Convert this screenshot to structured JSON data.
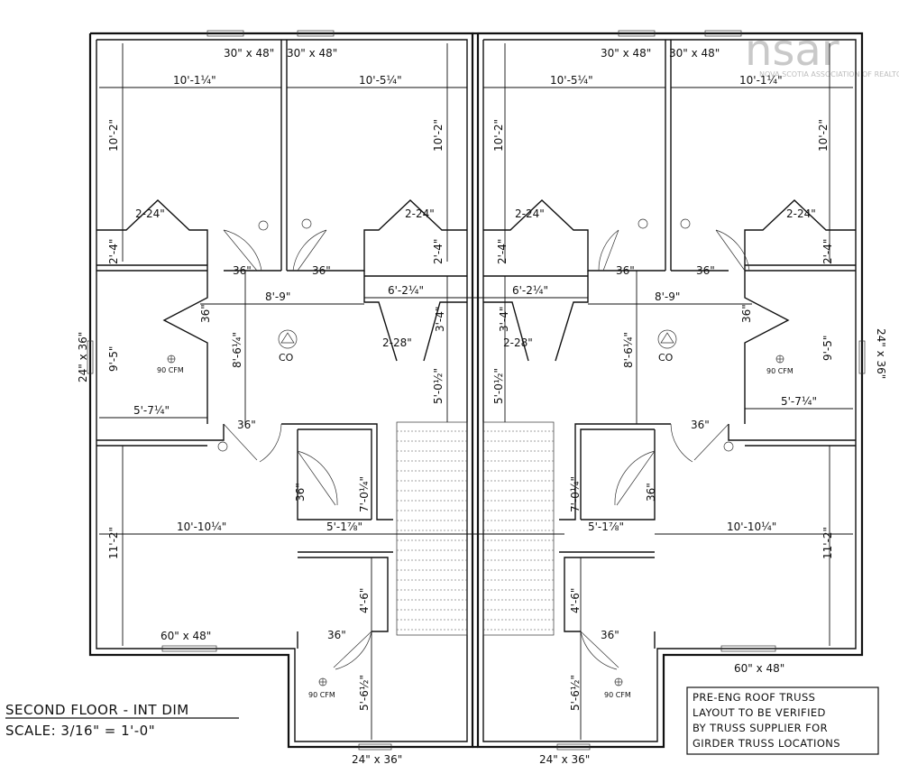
{
  "drawing": {
    "title": "SECOND FLOOR - INT DIM",
    "scale": "SCALE: 3/16\" = 1'-0\"",
    "note_lines": [
      "PRE-ENG ROOF TRUSS",
      "LAYOUT TO BE VERIFIED",
      "BY TRUSS SUPPLIER FOR",
      "GIRDER TRUSS LOCATIONS"
    ],
    "watermark": {
      "logo_text": "nsar",
      "tagline": "NOVA SCOTIA ASSOCIATION OF REALTORS"
    }
  },
  "labels": {
    "win_30x48": "30\" x 48\"",
    "win_24x36": "24\" x 36\"",
    "win_60x48": "60\" x 48\"",
    "d_10_1_4": "10'-1¼\"",
    "d_10_5_4": "10'-5¼\"",
    "d_10_2": "10'-2\"",
    "d_2_24": "2-24\"",
    "d_2_4": "2'-4\"",
    "d_36": "36\"",
    "d_8_9": "8'-9\"",
    "d_6_2_4": "6'-2¼\"",
    "d_3_4": "3'-4\"",
    "d_2_28": "2-28\"",
    "d_9_5": "9'-5\"",
    "d_8_6_4": "8'-6¼\"",
    "d_5_0_2": "5'-0½\"",
    "d_5_7_4": "5'-7¼\"",
    "d_7_0_4": "7'-0¼\"",
    "d_10_10_4": "10'-10¼\"",
    "d_5_1_8": "5'-1⅞\"",
    "d_11_2": "11'-2\"",
    "d_4_6": "4'-6\"",
    "d_5_6_2": "5'-6½\"",
    "cfm": "90 CFM",
    "co": "CO"
  }
}
